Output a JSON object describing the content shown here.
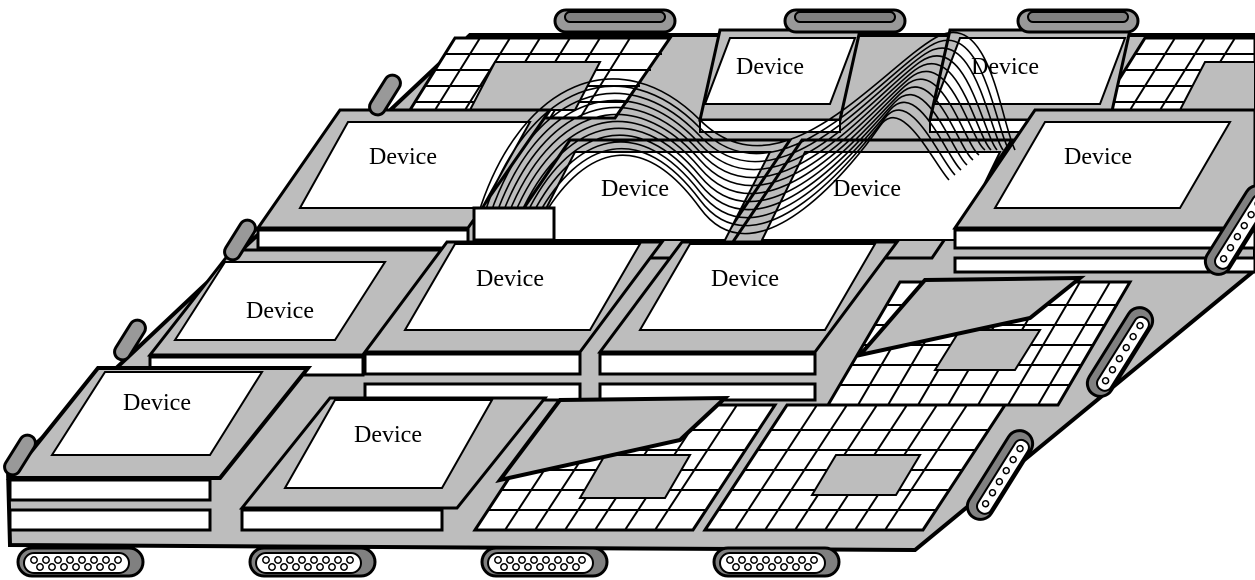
{
  "diagram": {
    "device_label": "Device",
    "device_labels": [
      "Device",
      "Device",
      "Device",
      "Device",
      "Device",
      "Device",
      "Device",
      "Device",
      "Device",
      "Device",
      "Device"
    ],
    "colors": {
      "board": "#bdbdbd",
      "chip_top": "#ffffff",
      "socket": "#ffffff",
      "outline": "#000000",
      "connector_body": "#999999",
      "connector_tab": "#808080"
    },
    "icons": {
      "connector": "db-connector-icon",
      "ribbon": "ribbon-cable",
      "socket": "pin-grid-socket"
    }
  }
}
